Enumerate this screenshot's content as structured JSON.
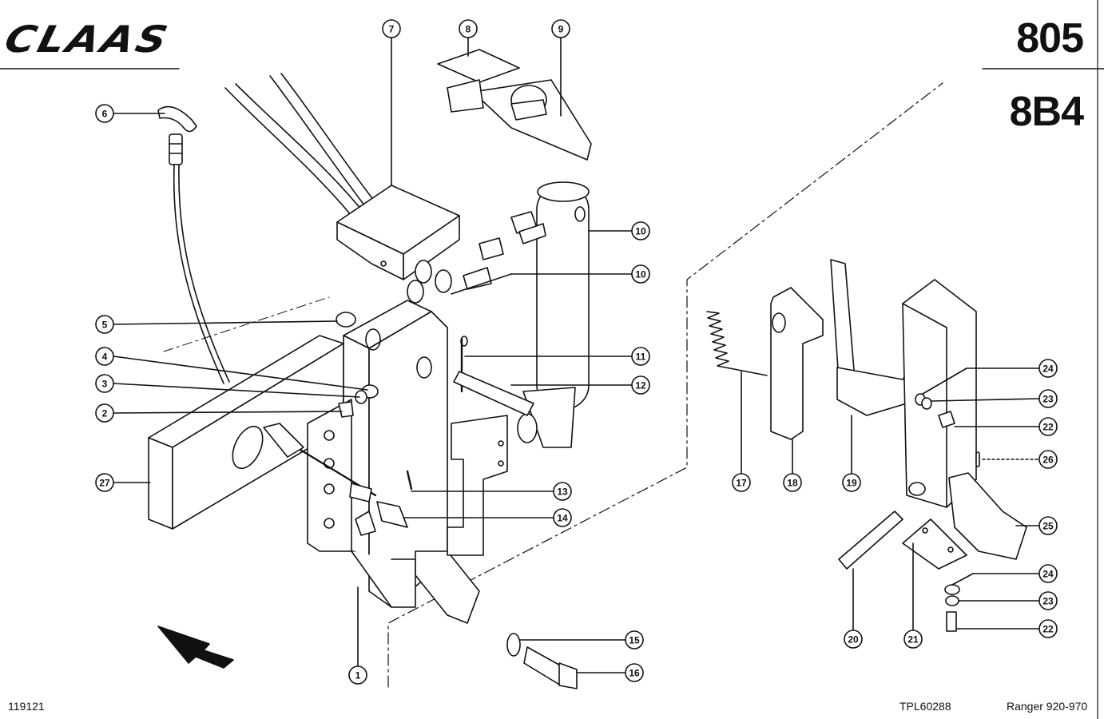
{
  "header": {
    "brand": "CLAAS",
    "page_number": "805",
    "group_code": "8B4"
  },
  "footer": {
    "figure_id": "119121",
    "drawing_id": "TPL60288",
    "model": "Ranger 920-970"
  },
  "callouts": [
    "1",
    "2",
    "3",
    "4",
    "5",
    "6",
    "7",
    "8",
    "9",
    "10",
    "10",
    "11",
    "12",
    "13",
    "14",
    "15",
    "16",
    "17",
    "18",
    "19",
    "20",
    "21",
    "22",
    "22",
    "23",
    "23",
    "24",
    "24",
    "25",
    "26",
    "27"
  ],
  "colors": {
    "ink": "#111111",
    "paper": "#ffffff"
  }
}
